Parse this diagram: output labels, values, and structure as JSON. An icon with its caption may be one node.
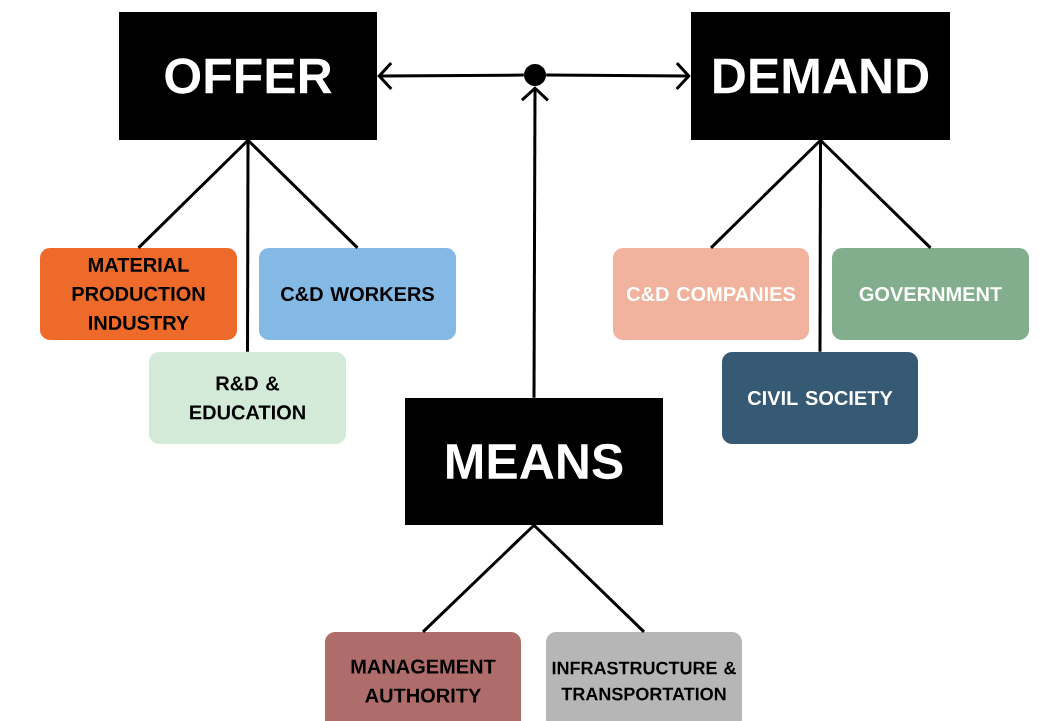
{
  "diagram": {
    "nodes": [
      {
        "text": [
          "OFFER"
        ]
      },
      {
        "text": [],
        "shape": "circle"
      },
      {
        "text": [
          "DEMAND"
        ]
      },
      {
        "text": [
          "MATERIAL PRODUCTION INDUSTRY"
        ]
      },
      {
        "text": [
          "C&D WORKERS"
        ]
      },
      {
        "text": [
          "R&D & EDUCATION"
        ]
      },
      {
        "text": [
          "C&D COMPANIES"
        ]
      },
      {
        "text": [
          "GOVERNMENT"
        ]
      },
      {
        "text": [
          "CIVIL SOCIETY"
        ]
      },
      {
        "text": [
          "MEANS"
        ]
      },
      {
        "text": [
          "MANAGEMENT AUTHORITY"
        ]
      },
      {
        "text": [
          "INFRASTRUCTURE & TRANSPORTATION"
        ]
      }
    ],
    "edges": [
      {
        "from": 1,
        "to": 0,
        "arrow": "to"
      },
      {
        "from": 1,
        "to": 2,
        "arrow": "to"
      },
      {
        "from": 9,
        "to": 1,
        "arrow": "to"
      },
      {
        "from": 0,
        "to": 3,
        "arrow": "none"
      },
      {
        "from": 0,
        "to": 5,
        "arrow": "none"
      },
      {
        "from": 0,
        "to": 4,
        "arrow": "none"
      },
      {
        "from": 2,
        "to": 6,
        "arrow": "none"
      },
      {
        "from": 2,
        "to": 8,
        "arrow": "none"
      },
      {
        "from": 2,
        "to": 7,
        "arrow": "none"
      },
      {
        "from": 9,
        "to": 10,
        "arrow": "none"
      },
      {
        "from": 9,
        "to": 11,
        "arrow": "none"
      }
    ]
  }
}
